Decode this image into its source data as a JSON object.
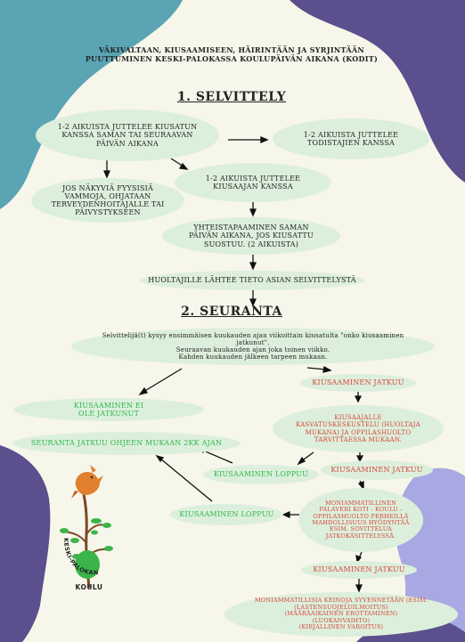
{
  "title_line1": "VÄKIVALTAAN, KIUSAAMISEEN, HÄIRINTÄÄN JA SYRJINTÄÄN",
  "title_line2": "PUUTTUMINEN KESKI-PALOKASSA KOULUPÄIVÄN AIKANA (KODIT)",
  "section1": "1. SELVITTELY",
  "section2": "2. SEURANTA",
  "nodes": {
    "n1": "1-2 AIKUISTA JUTTELEE KIUSATUN KANSSA SAMAN TAI SEURAAVAN PÄIVÄN AIKANA",
    "n2": "1-2 AIKUISTA JUTTELEE TODISTAJIEN KANSSA",
    "n3": "JOS NÄKYVIÄ FYYSISIÄ VAMMOJA, OHJATAAN TERVEYDENHOITAJALLE TAI PÄIVYSTYKSEEN",
    "n4": "1-2 AIKUISTA JUTTELEE KIUSAAJAN KANSSA",
    "n5": "YHTEISTAPAAMINEN SAMAN PÄIVÄN AIKANA, JOS KIUSATTU SUOSTUU. (2 AIKUISTA)",
    "n6": "HUOLTAJILLE LÄHTEE TIETO ASIAN SELVITTELYSTÄ",
    "n7_l1": "Selvittelijä(t) kysyy ensimmäisen kuukauden ajan viikoittain kiusatulta \"onko kiusaaminen jatkunut\".",
    "n7_l2": "Seuraavan kuukauden ajan joka toinen viikko.",
    "n7_l3": "Kahden kuukauden jälkeen tarpeen mukaan.",
    "n8": "KIUSAAMINEN JATKUU",
    "n9": "KIUSAAMINEN EI OLE JATKUNUT",
    "n10": "KIUSAAJALLE KASVATUSKESKUSTELU (HUOLTAJA MUKANA) JA OPPILASHUOLTO TARVITTAESSA MUKAAN.",
    "n11": "SEURANTA JATKUU OHJEEN MUKAAN 2KK AJAN",
    "n12": "KIUSAAMINEN LOPPUU",
    "n13": "KIUSAAMINEN JATKUU",
    "n14": "MONIAMMATILLINEN PALAVERI KOTI - KOULU - OPPILASHUOLTO PERHEILLÄ MAHDOLLISUUS HYÖDYNTÄÄ ESIM. SOVITTELUA JATKOKÄSITTELYSSÄ.",
    "n15": "KIUSAAMINEN LOPPUU",
    "n16": "KIUSAAMINEN JATKUU",
    "n17_l1": "MONIAMMATILLISIA KEINOJA SYVENNETÄÄN (ESIM:",
    "n17_l2": "(LASTENSUOJELUILMOITUS)",
    "n17_l3": "(MÄÄRÄAIKAINEN EROTTAMINEN)",
    "n17_l4": "(LUOKANVAIHTO)",
    "n17_l5": "(KIRJALLINEN VAROITUS)"
  },
  "logo_text": "KESKI-PALOKAN",
  "logo_koulu": "KOULU",
  "colors": {
    "background": "#f7f6ea",
    "oval": "#dcefdc",
    "green_text": "#2fb84a",
    "red_text": "#d9453a",
    "teal_blob": "#5aa4b4",
    "purple_blob": "#5b4f8e",
    "lavender_blob": "#a8a9e2"
  }
}
